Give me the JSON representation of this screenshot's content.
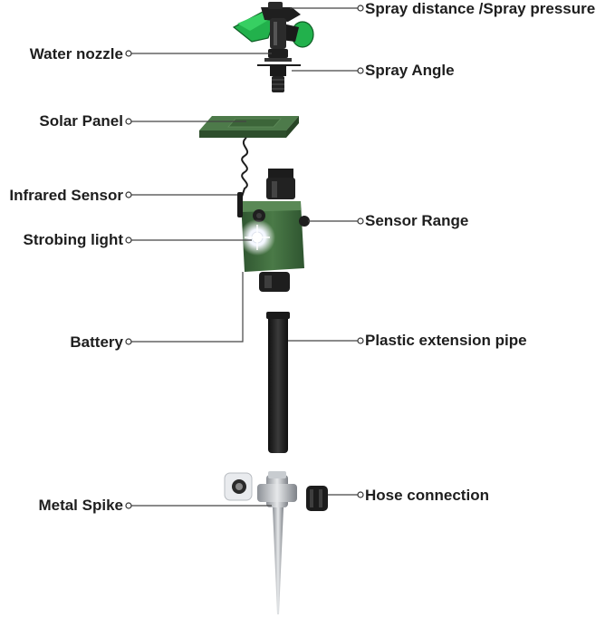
{
  "diagram": {
    "labels": {
      "spray_distance": "Spray distance /Spray pressure",
      "water_nozzle": "Water nozzle",
      "spray_angle": "Spray Angle",
      "solar_panel": "Solar Panel",
      "infrared_sensor": "Infrared Sensor",
      "sensor_range": "Sensor Range",
      "strobing_light": "Strobing light",
      "battery": "Battery",
      "extension_pipe": "Plastic extension pipe",
      "metal_spike": "Metal Spike",
      "hose_connection": "Hose connection"
    },
    "colors": {
      "housing_green": "#3f6b3c",
      "sprinkler_green": "#22b14c",
      "pipe_black": "#1c1c1c",
      "metal": "#b9bdc2",
      "leader_line": "#444444"
    }
  }
}
